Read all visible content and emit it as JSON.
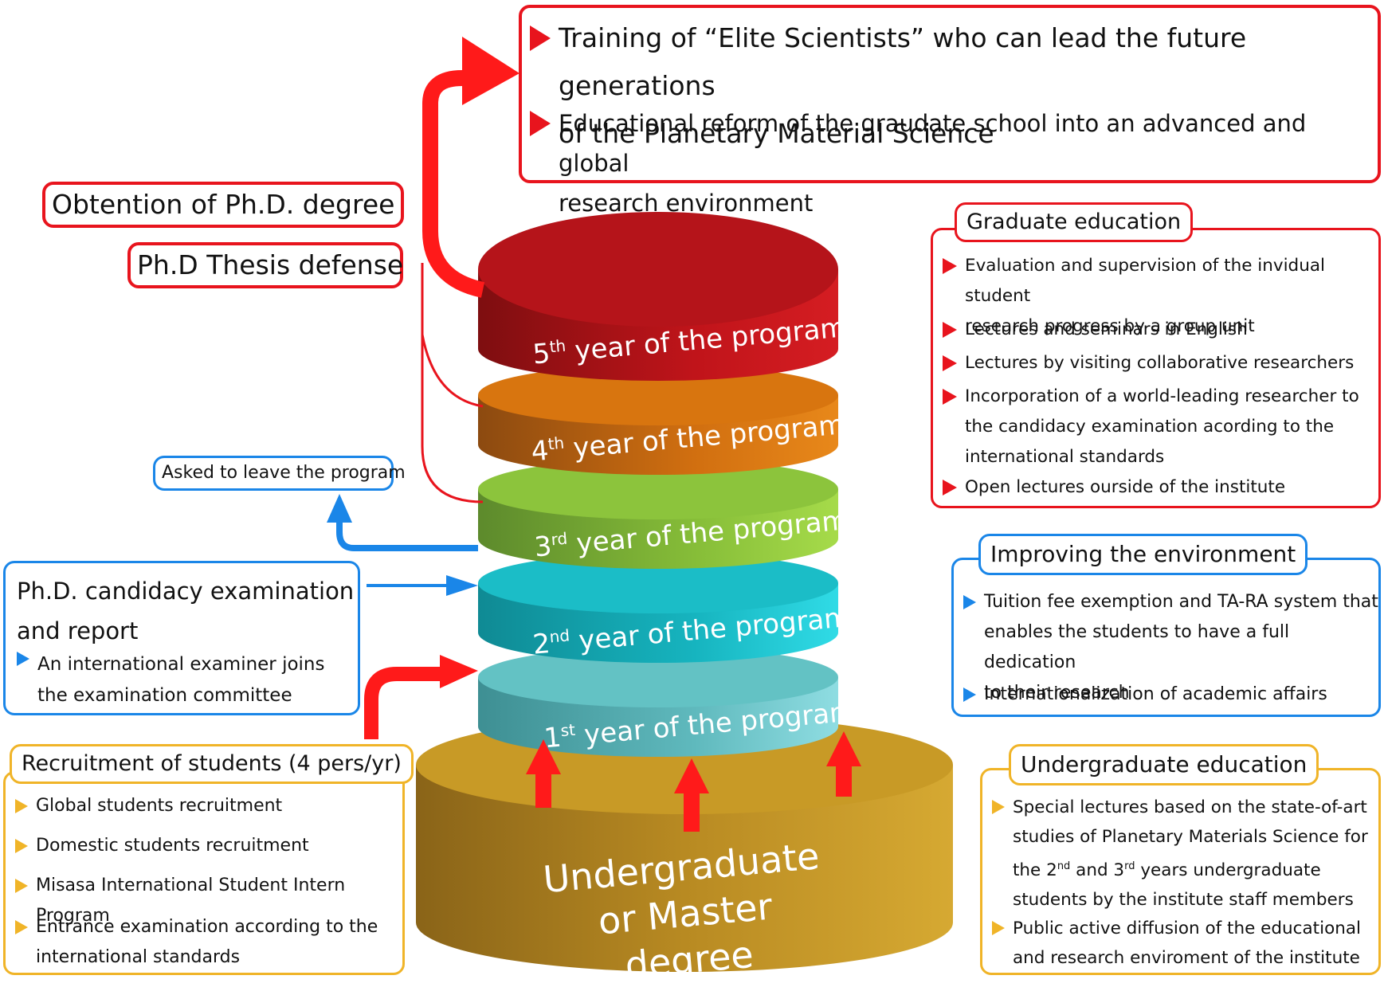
{
  "goals": {
    "items": [
      {
        "line1": "Training of “Elite Scientists” who can lead the future generations",
        "line2": "of the Planetary Material Science"
      },
      {
        "line1": "Educational reform of the graudate school into an advanced and global",
        "line2": "research environment"
      }
    ]
  },
  "left_labels": {
    "phd_degree": "Obtention of Ph.D. degree",
    "thesis_defense": "Ph.D Thesis defense",
    "asked_to_leave": "Asked to leave the program"
  },
  "candidacy": {
    "title_line1": "Ph.D. candidacy examination",
    "title_line2": "and report",
    "items": [
      {
        "line1": "An international examiner joins",
        "line2": "the examination committee"
      }
    ]
  },
  "recruitment": {
    "title": "Recruitment of students (4 pers/yr)",
    "items": [
      {
        "line1": "Global students recruitment",
        "line2": ""
      },
      {
        "line1": "Domestic students recruitment",
        "line2": ""
      },
      {
        "line1": "Misasa International Student Intern Program",
        "line2": ""
      },
      {
        "line1": "Entrance examination according to the",
        "line2": "international standards"
      }
    ]
  },
  "graduate": {
    "title": "Graduate education",
    "items": [
      {
        "line1": "Evaluation and supervision of the invidual student",
        "line2": "research progress by a group unit",
        "line3": ""
      },
      {
        "line1": "Lectures and seminars in English",
        "line2": "",
        "line3": ""
      },
      {
        "line1": "Lectures by visiting collaborative researchers",
        "line2": "",
        "line3": ""
      },
      {
        "line1": "Incorporation of a world-leading researcher to",
        "line2": "the candidacy examination acording to the",
        "line3": "international standards"
      },
      {
        "line1": "Open lectures ourside of the institute",
        "line2": "",
        "line3": ""
      }
    ]
  },
  "environment": {
    "title": "Improving the environment",
    "items": [
      {
        "line1": "Tuition fee exemption and TA-RA system that",
        "line2": "enables the students to have a full dedication",
        "line3": "to their research"
      },
      {
        "line1": "Internationalization of academic affairs",
        "line2": "",
        "line3": ""
      }
    ]
  },
  "undergraduate": {
    "title": "Undergraduate education",
    "items": [
      {
        "line1": "Special lectures based on the state-of-art",
        "line2": "studies of Planetary Materials Science for",
        "line3a": "the 2",
        "line3sup": "nd",
        "line3b": " and 3",
        "line3sup2": "rd",
        "line3c": " years undergraduate",
        "line4": "students by the institute staff members"
      },
      {
        "line1": "Public active diffusion of the educational",
        "line2": "and research enviroment of the institute"
      }
    ]
  },
  "stack": {
    "years": [
      {
        "num": "5",
        "sup": "th",
        "text": "year of the program"
      },
      {
        "num": "4",
        "sup": "th",
        "text": "year of the program"
      },
      {
        "num": "3",
        "sup": "rd",
        "text": "year of the program"
      },
      {
        "num": "2",
        "sup": "nd",
        "text": "year of the program"
      },
      {
        "num": "1",
        "sup": "st",
        "text": "year of the program"
      }
    ],
    "base_line1": "Undergraduate",
    "base_line2": "or Master degree"
  },
  "colors": {
    "red": "#e8141d",
    "blue": "#1a86e8",
    "gold": "#f0b428",
    "year5": "#c4161c",
    "year4": "#d8750f",
    "year3": "#8cc43c",
    "year2": "#1bbdc7",
    "year1": "#63c2c4",
    "base": "#c79a24"
  }
}
